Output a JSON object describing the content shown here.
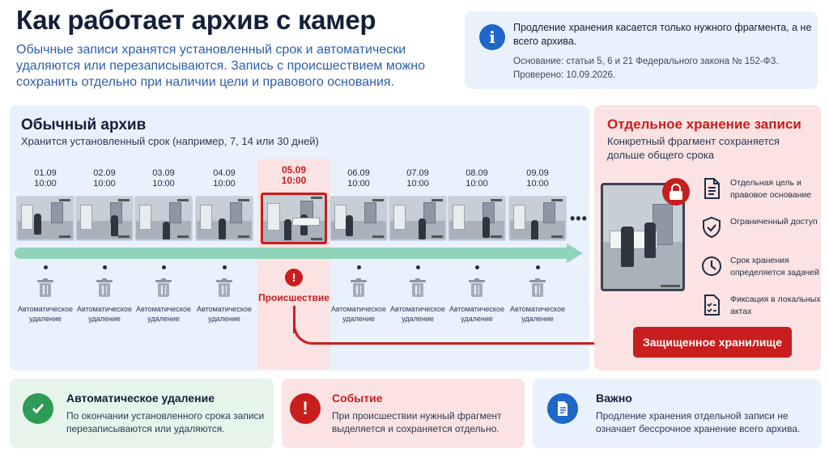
{
  "header": {
    "title": "Как работает архив с камер",
    "subtitle": "Обычные записи хранятся установленный срок и автоматически удаляются или перезаписываются. Запись с происшествием можно сохранить отдельно при наличии цели и правового основания."
  },
  "info": {
    "main": "Продление хранения касается только нужного фрагмента, а не всего архива.",
    "basis": "Основание: статьи 5, 6 и 21 Федерального закона № 152-ФЗ.",
    "checked": "Проверено: 10.09.2026."
  },
  "archive": {
    "title": "Обычный архив",
    "subtitle": "Хранится установленный срок (например, 7, 14 или 30 дней)",
    "days": [
      {
        "date": "01.09",
        "time": "10:00",
        "deletion": "Автоматическое удаление"
      },
      {
        "date": "02.09",
        "time": "10:00",
        "deletion": "Автоматическое удаление"
      },
      {
        "date": "03.09",
        "time": "10:00",
        "deletion": "Автоматическое удаление"
      },
      {
        "date": "04.09",
        "time": "10:00",
        "deletion": "Автоматическое удаление"
      },
      {
        "date": "05.09",
        "time": "10:00",
        "incident": true
      },
      {
        "date": "06.09",
        "time": "10:00",
        "deletion": "Автоматическое удаление"
      },
      {
        "date": "07.09",
        "time": "10:00",
        "deletion": "Автоматическое удаление"
      },
      {
        "date": "08.09",
        "time": "10:00",
        "deletion": "Автоматическое удаление"
      },
      {
        "date": "09.09",
        "time": "10:00",
        "deletion": "Автоматическое удаление"
      }
    ],
    "ellipsis": "•••",
    "incident_label": "Происшествие"
  },
  "storage": {
    "title": "Отдельное хранение записи",
    "subtitle": "Конкретный фрагмент сохраняется дольше общего срока",
    "features": [
      {
        "icon": "document-icon",
        "text": "Отдельная цель и правовое основание"
      },
      {
        "icon": "shield-check-icon",
        "text": "Ограниченный доступ"
      },
      {
        "icon": "clock-icon",
        "text": "Срок хранения определяется задачей"
      },
      {
        "icon": "checklist-icon",
        "text": "Фиксация в локальных актах"
      }
    ],
    "button": "Защищенное хранилище"
  },
  "cards": [
    {
      "icon": "check-icon",
      "color": "#2e9b57",
      "title": "Автоматическое удаление",
      "title_color": "#13203a",
      "text": "По окончании установленного срока записи перезаписываются или удаляются."
    },
    {
      "icon": "alert-icon",
      "color": "#c81e1e",
      "title": "Событие",
      "title_color": "#c81e1e",
      "text": "При происшествии нужный фрагмент выделяется и сохраняется отдельно."
    },
    {
      "icon": "document-icon",
      "color": "#1f67c9",
      "title": "Важно",
      "title_color": "#13203a",
      "text": "Продление хранения отдельной записи не означает бессрочное хранение всего архива."
    }
  ]
}
